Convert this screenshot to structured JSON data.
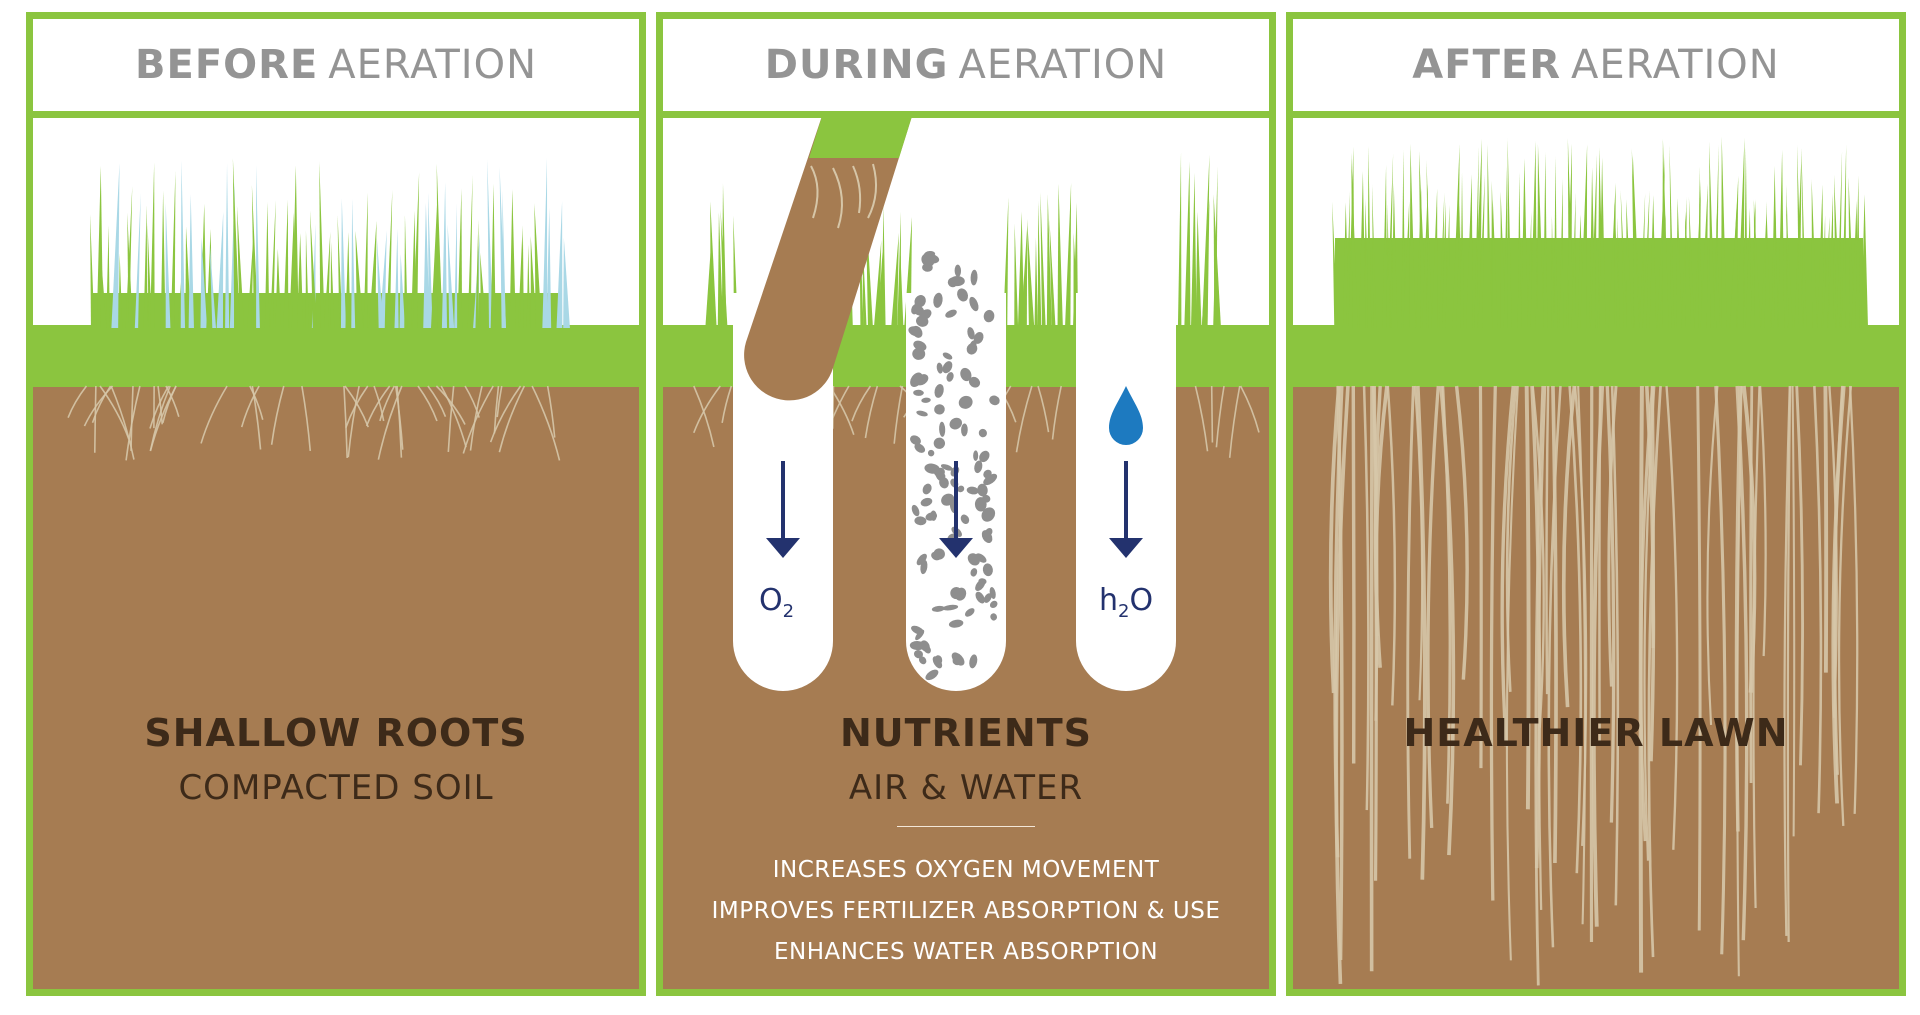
{
  "panels": [
    {
      "header_strong": "BEFORE",
      "header_light": "AERATION",
      "caption_main": "SHALLOW ROOTS",
      "caption_sub": "COMPACTED SOIL"
    },
    {
      "header_strong": "DURING",
      "header_light": "AERATION",
      "caption_main": "NUTRIENTS",
      "caption_sub": "AIR & WATER",
      "oxygen_label": "O",
      "oxygen_sub": "2",
      "water_label_pre": "h",
      "water_sub": "2",
      "water_label_post": "O",
      "benefits": [
        "INCREASES OXYGEN MOVEMENT",
        "IMPROVES FERTILIZER ABSORPTION & USE",
        "ENHANCES WATER ABSORPTION"
      ]
    },
    {
      "header_strong": "AFTER",
      "header_light": "AERATION",
      "caption_main": "HEALTHIER LAWN"
    }
  ],
  "colors": {
    "grass": "#8bc53f",
    "soil": "#a67c52",
    "root": "#d6c6a8",
    "text_dark": "#3d2a19",
    "header_gray": "#949494",
    "arrow_navy": "#23326e",
    "water_blue": "#1d7ac0",
    "pebble_gray": "#8e8e8e"
  }
}
